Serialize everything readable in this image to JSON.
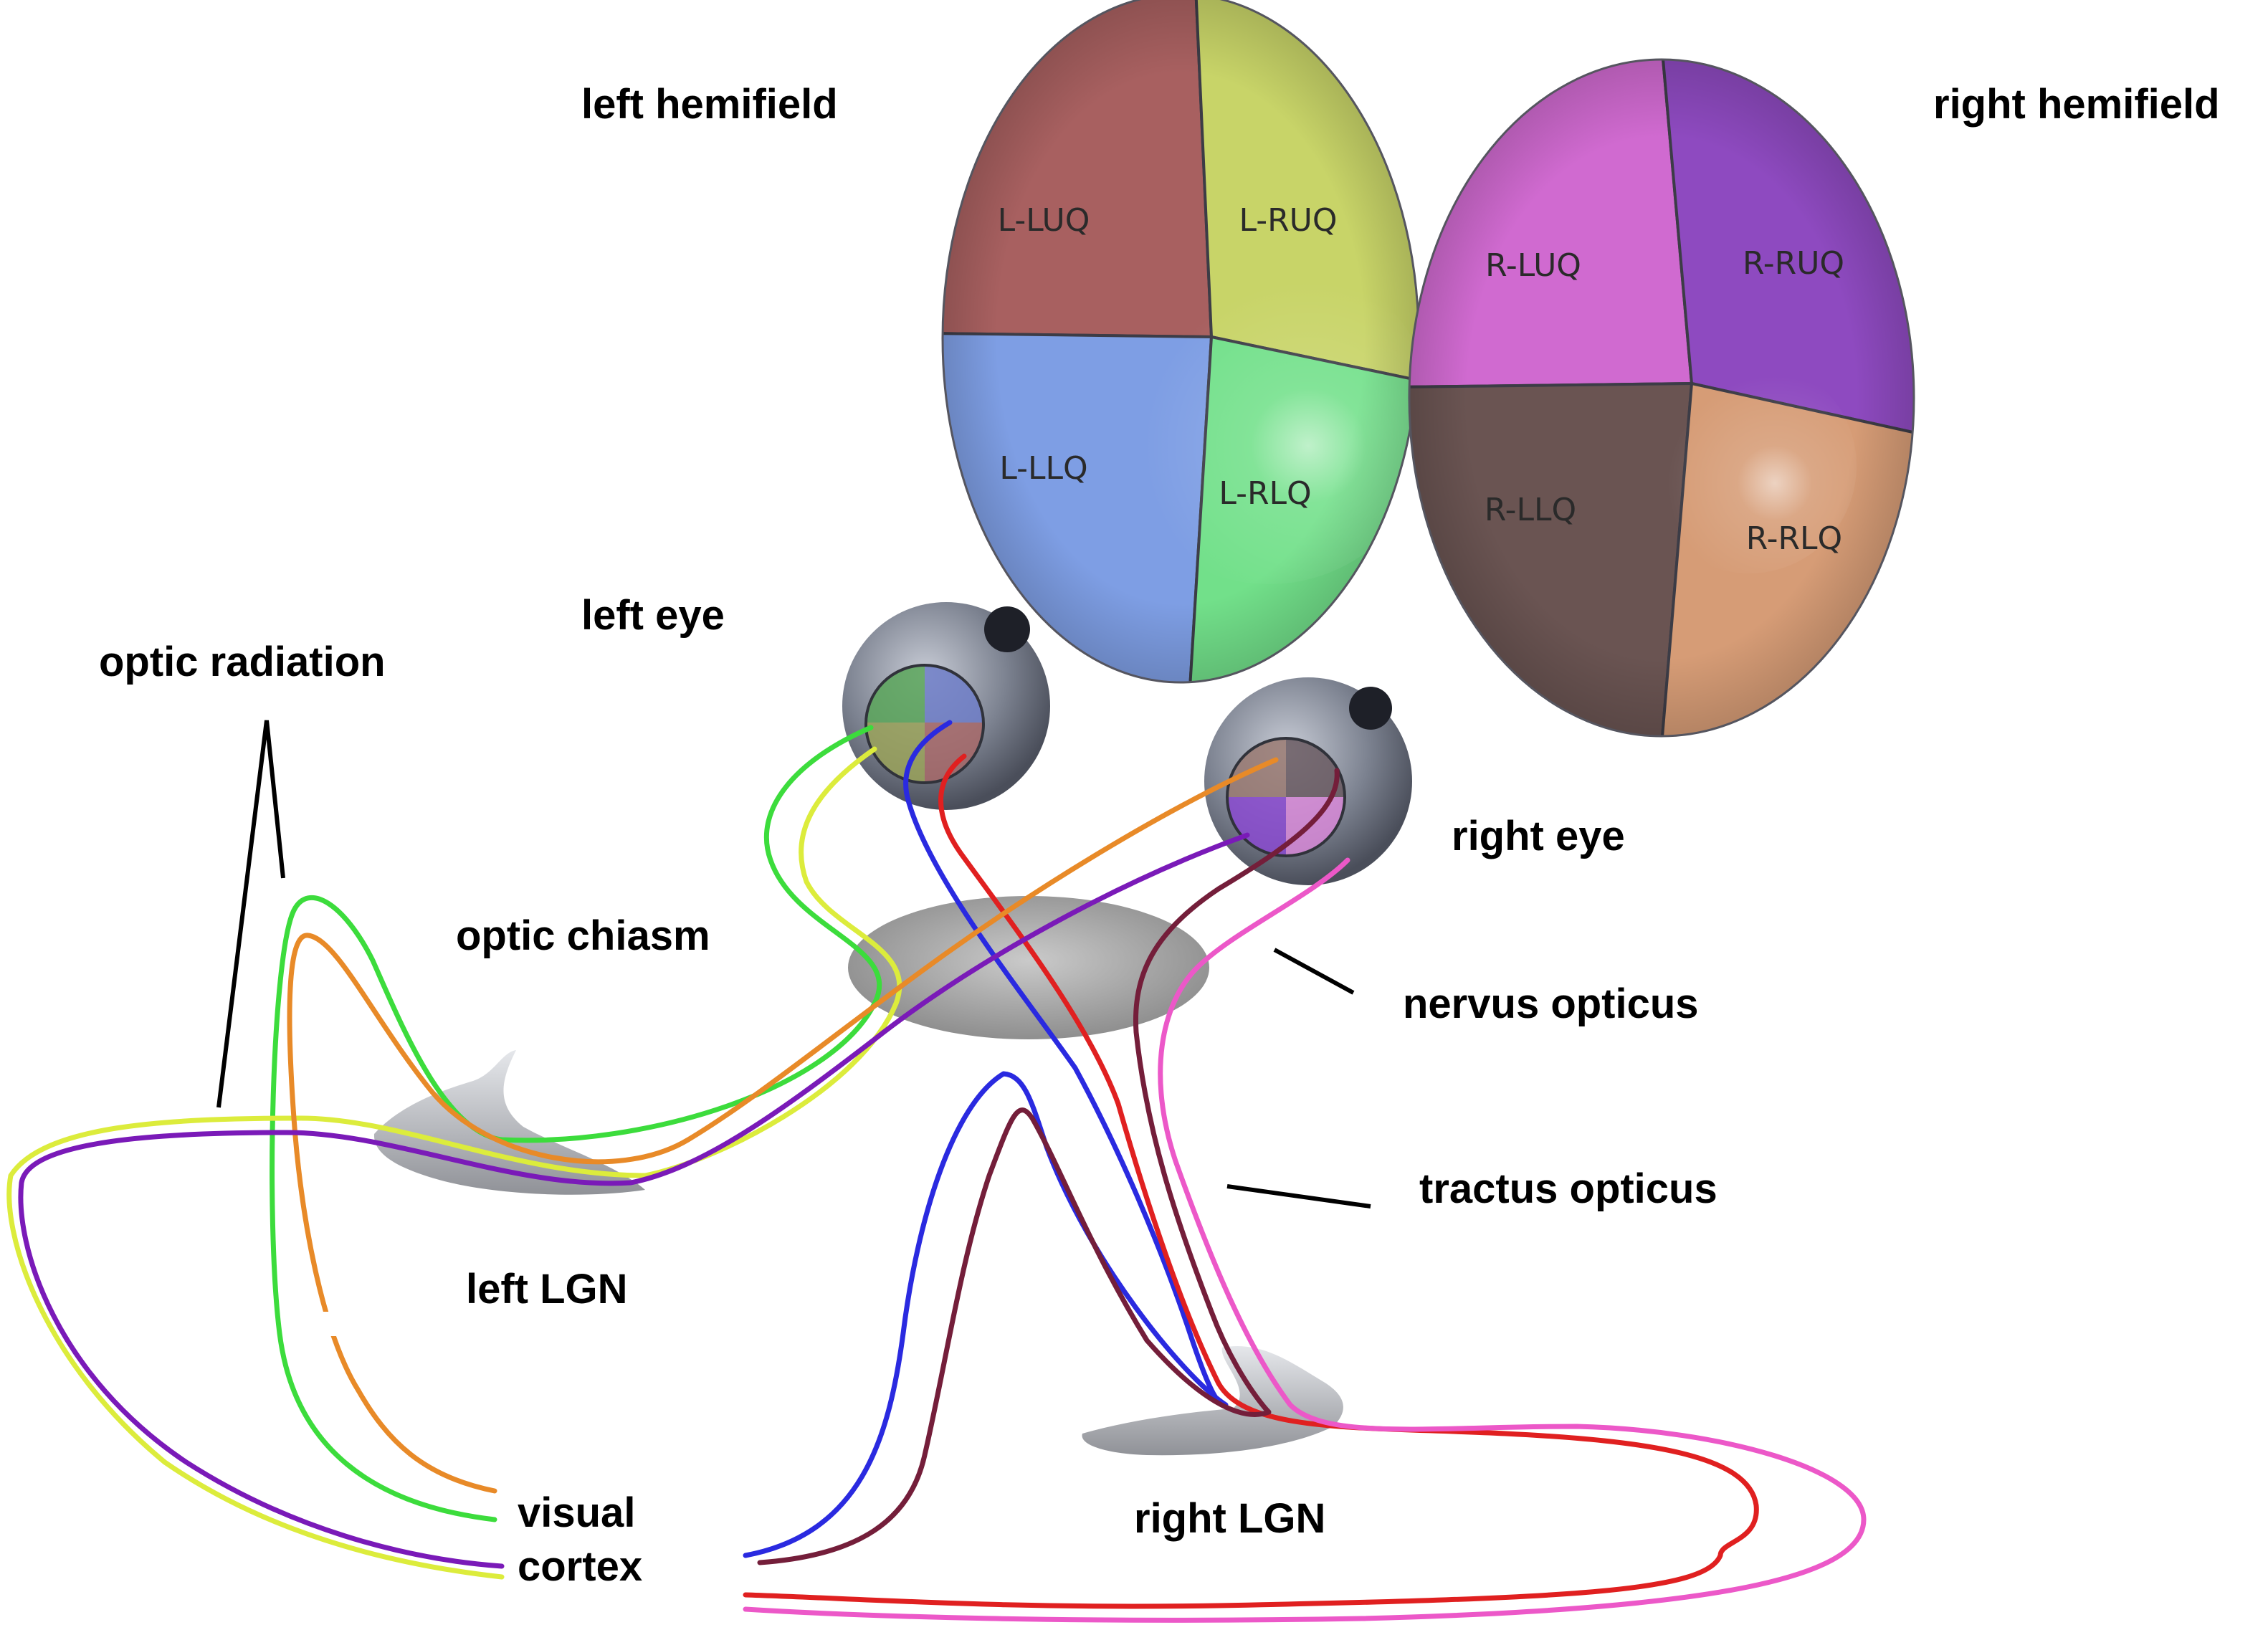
{
  "labels": {
    "left_hemifield": "left hemifield",
    "right_hemifield": "right hemifield",
    "left_eye": "left eye",
    "right_eye": "right eye",
    "optic_radiation": "optic radiation",
    "optic_chiasm": "optic chiasm",
    "nervus_opticus": "nervus opticus",
    "tractus_opticus": "tractus opticus",
    "left_lgn": "left LGN",
    "right_lgn": "right LGN",
    "visual_cortex_line1": "visual",
    "visual_cortex_line2": "cortex"
  },
  "left_hemifield_quadrants": [
    {
      "label": "L-LUQ",
      "color": "#a86060"
    },
    {
      "label": "L-RUQ",
      "color": "#c8d468"
    },
    {
      "label": "L-LLQ",
      "color": "#7e9ee4"
    },
    {
      "label": "L-RLQ",
      "color": "#72e08a"
    }
  ],
  "right_hemifield_quadrants": [
    {
      "label": "R-LUQ",
      "color": "#d06ad0"
    },
    {
      "label": "R-RUQ",
      "color": "#8e4ac0"
    },
    {
      "label": "R-LLQ",
      "color": "#6a5452"
    },
    {
      "label": "R-RLQ",
      "color": "#d69c76"
    }
  ],
  "fiber_colors": {
    "green": "#3cdc3c",
    "yellow": "#dcec3c",
    "blue": "#2a2ae0",
    "red": "#e02020",
    "orange": "#e88a28",
    "purple": "#7a1ab8",
    "maroon": "#741e3a",
    "pink": "#ec58c8"
  }
}
